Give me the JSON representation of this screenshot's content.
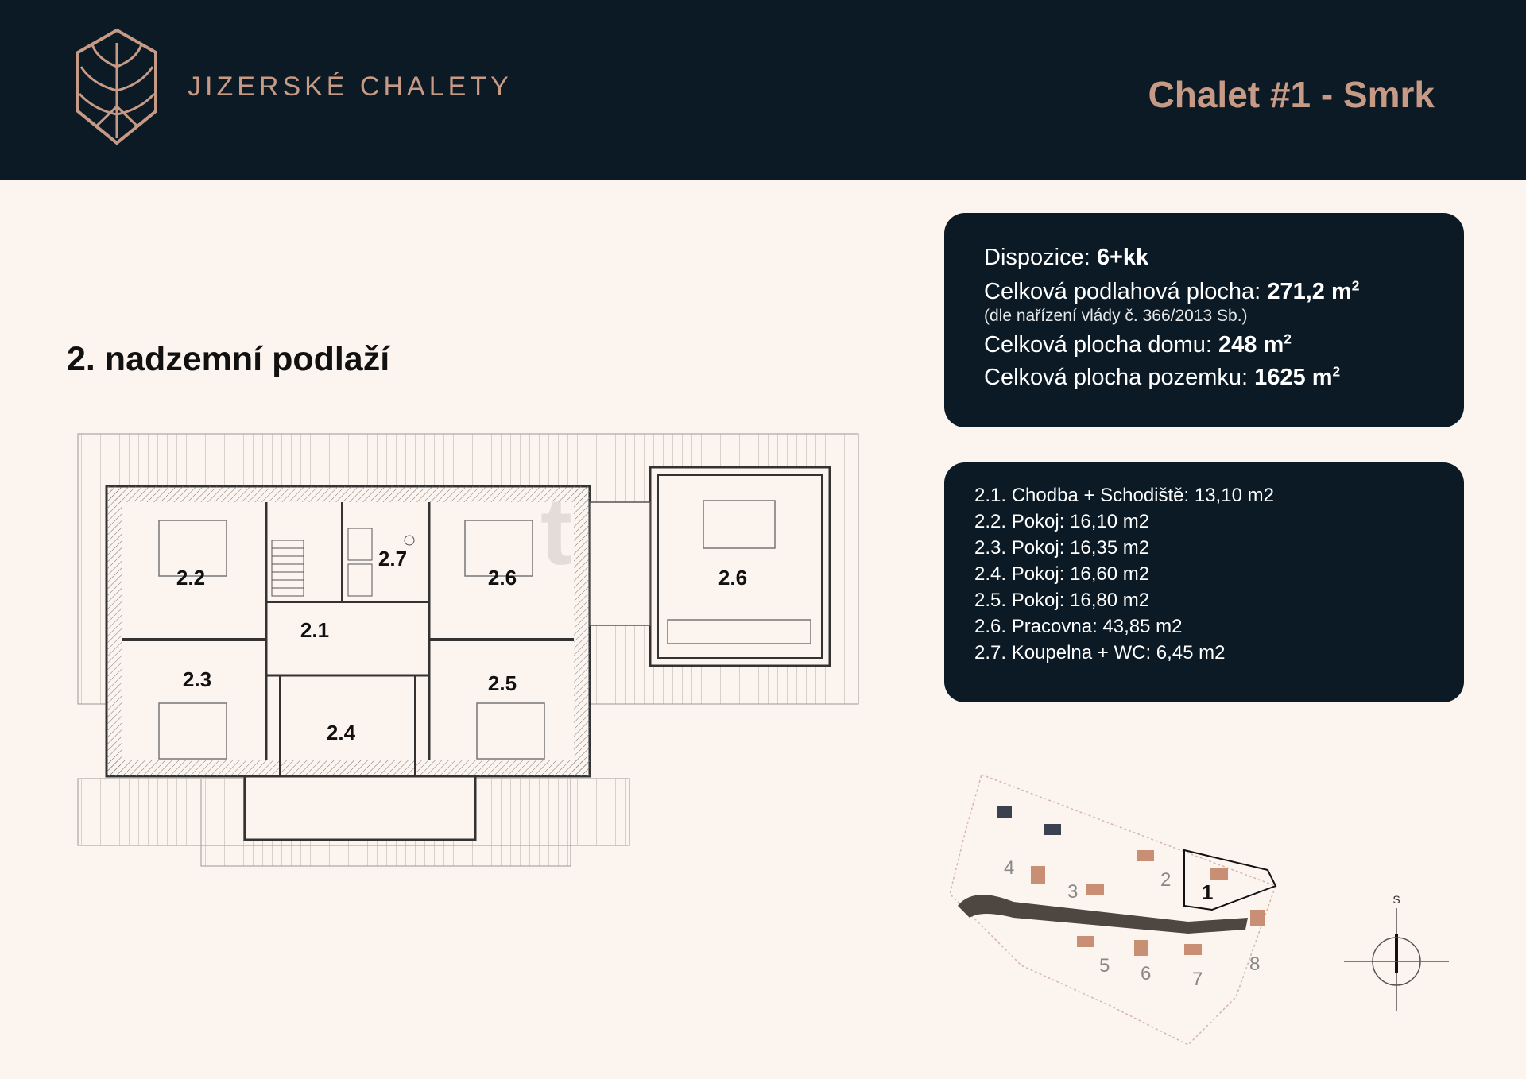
{
  "header": {
    "brand": "JIZERSKÉ CHALETY",
    "chalet_title": "Chalet #1 - Smrk"
  },
  "floor_title": "2. nadzemní podlaží",
  "info": {
    "dispozice_label": "Dispozice:",
    "dispozice_value": "6+kk",
    "podlahova_label": "Celková podlahová plocha:",
    "podlahova_value": "271,2 m",
    "podlahova_note": "(dle nařízení vlády č. 366/2013 Sb.)",
    "dum_label": "Celková plocha domu:",
    "dum_value": "248 m",
    "pozemek_label": "Celková plocha pozemku:",
    "pozemek_value": "1625 m",
    "superscript": "2"
  },
  "rooms": [
    {
      "text": "2.1. Chodba + Schodiště:  13,10 m2"
    },
    {
      "text": "2.2. Pokoj:  16,10 m2"
    },
    {
      "text": "2.3. Pokoj:  16,35 m2"
    },
    {
      "text": "2.4. Pokoj:  16,60 m2"
    },
    {
      "text": "2.5. Pokoj:  16,80 m2"
    },
    {
      "text": "2.6. Pracovna:  43,85 m2"
    },
    {
      "text": "2.7. Koupelna + WC:  6,45 m2"
    }
  ],
  "plan_labels": {
    "r22": "2.2",
    "r23": "2.3",
    "r21": "2.1",
    "r24": "2.4",
    "r27": "2.7",
    "r26a": "2.6",
    "r25": "2.5",
    "r26b": "2.6"
  },
  "site_labels": [
    "1",
    "2",
    "3",
    "4",
    "5",
    "6",
    "7",
    "8"
  ],
  "compass_label": "S",
  "watermark": "t",
  "colors": {
    "navy": "#0b1a25",
    "accent": "#c79a86",
    "background": "#fcf4ef"
  }
}
